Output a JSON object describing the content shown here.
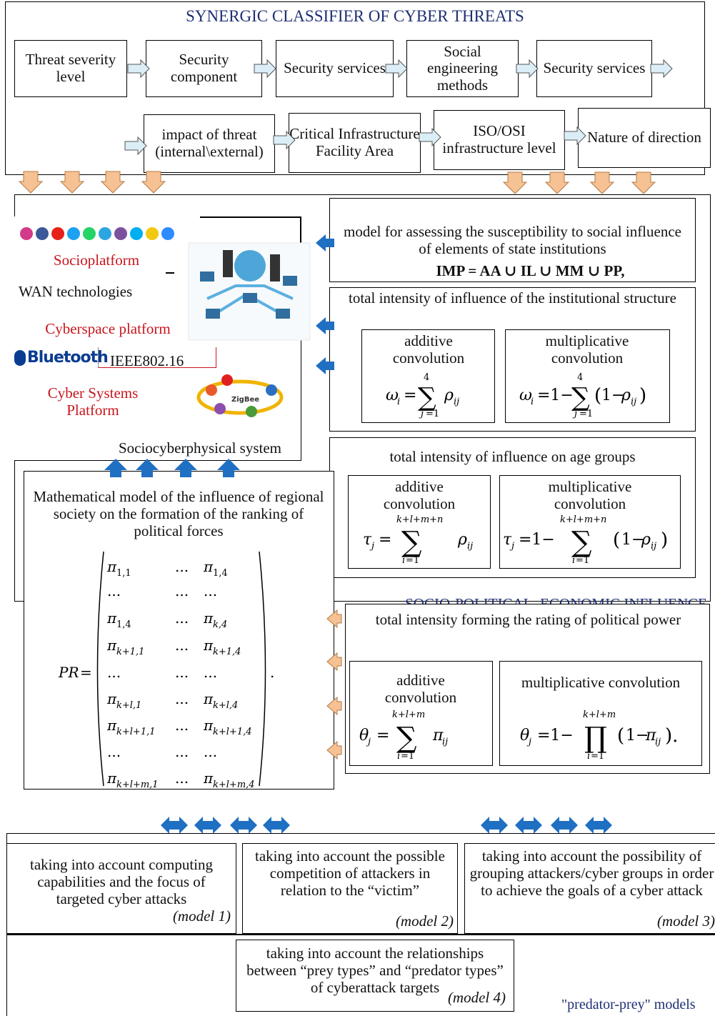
{
  "top": {
    "title": "SYNERGIC CLASSIFIER OF CYBER THREATS",
    "row1": [
      "Threat severity level",
      "Security component",
      "Security services",
      "Social engineering methods",
      "Security services"
    ],
    "row2": [
      "impact of threat (internal\\external)",
      "Critical Infrastructure Facility Area",
      "ISO/OSI infrastructure level",
      "Nature of direction"
    ]
  },
  "platform": {
    "socio": "Socioplatform",
    "wan": "WAN technologies",
    "cyberspace": "Cyberspace platform",
    "bluetooth": "Bluetooth",
    "ieee": "IEEE802.16",
    "cybersys": "Cyber Systems Platform",
    "zigbee": "ZigBee",
    "scps": "Sociocyberphysical system"
  },
  "imp": {
    "text": "model for assessing the susceptibility to social influence of elements of state institutions",
    "formula": "IMP = AA ∪ IL ∪ MM ∪ PP,"
  },
  "inst": {
    "title": "total intensity of influence of the institutional structure",
    "additive": "additive convolution",
    "multiplicative": "multiplicative convolution"
  },
  "age": {
    "title": "total intensity of influence on age groups",
    "additive": "additive convolution",
    "multiplicative": "multiplicative convolution"
  },
  "rating": {
    "title": "total intensity forming the rating of political power",
    "additive": "additive convolution",
    "multiplicative": "multiplicative convolution"
  },
  "pr": {
    "title": "Mathematical model of the influence of regional society on the formation of the ranking of political forces"
  },
  "middle_label": "SOCIO-POLITICAL, ECONOMIC INFLUENCE",
  "models": [
    {
      "text": "taking into account computing capabilities and the focus of targeted cyber attacks",
      "tag": "(model 1)"
    },
    {
      "text": "taking into account the possible competition of attackers in relation to the “victim”",
      "tag": "(model 2)"
    },
    {
      "text": "taking into account the possibility of grouping attackers/cyber groups in order to achieve the goals of a cyber attack",
      "tag": "(model 3)"
    },
    {
      "text": "taking into account the relationships between “prey types” and “predator types” of cyberattack targets",
      "tag": "(model 4)"
    }
  ],
  "bottom_label": "\"predator-prey\" models",
  "colors": {
    "navy": "#1f2f74",
    "red": "#c8161d",
    "orange_arrow": "#f6c193",
    "blue_arrow": "#1f6fc2",
    "light_arrow": "#dbeef8"
  }
}
